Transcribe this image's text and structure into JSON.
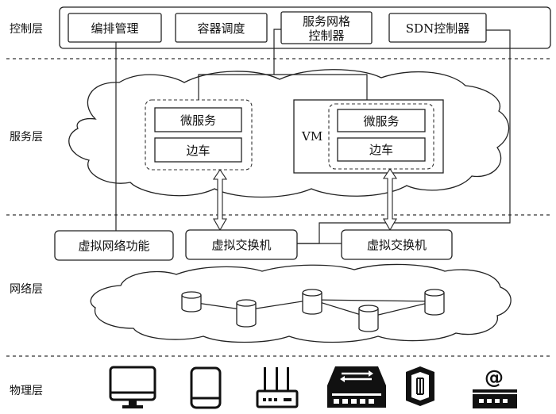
{
  "layers": {
    "control": "控制层",
    "service": "服务层",
    "network": "网络层",
    "physical": "物理层"
  },
  "control": {
    "orchestration": "编排管理",
    "container_scheduling": "容器调度",
    "mesh_controller_line1": "服务网格",
    "mesh_controller_line2": "控制器",
    "sdn_controller": "SDN控制器"
  },
  "service": {
    "vm_label": "VM",
    "pod1_microservice": "微服务",
    "pod1_sidecar": "边车",
    "pod2_microservice": "微服务",
    "pod2_sidecar": "边车"
  },
  "network_functions": {
    "vnf": "虚拟网络功能",
    "vswitch1": "虚拟交换机",
    "vswitch2": "虚拟交换机"
  },
  "physical_devices": [
    "monitor-icon",
    "tablet-icon",
    "router-icon",
    "switch-icon",
    "chip-icon",
    "modem-icon"
  ]
}
